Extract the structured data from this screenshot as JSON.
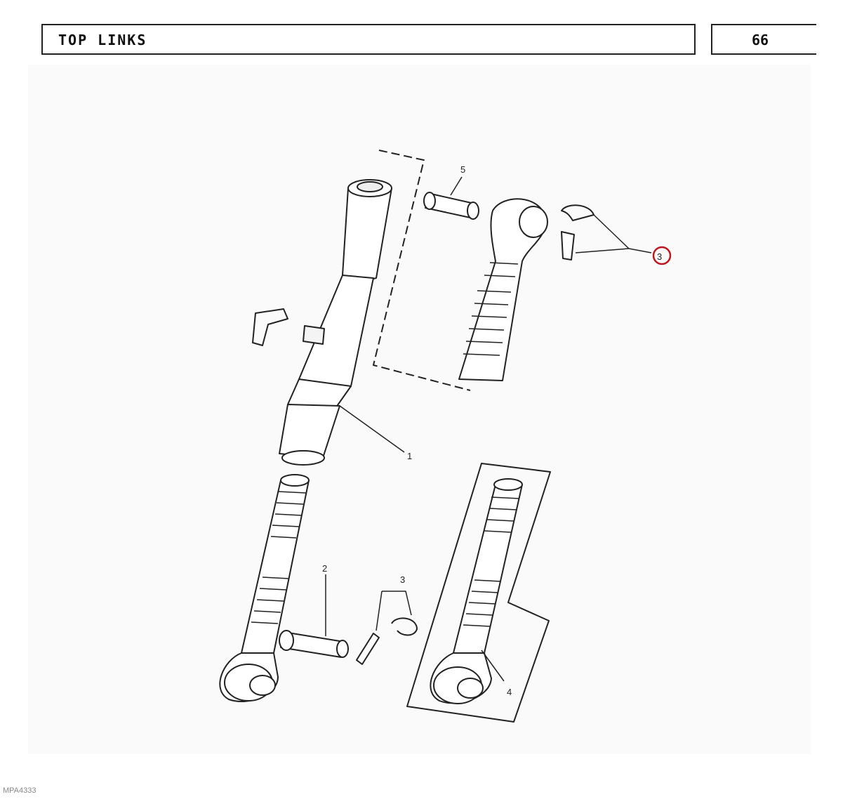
{
  "header": {
    "title": "TOP LINKS",
    "page_number": "66"
  },
  "callouts": {
    "c1": "1",
    "c2": "2",
    "c3_top": "3",
    "c3_bottom": "3",
    "c4": "4",
    "c5": "5"
  },
  "footer": {
    "code": "MPA4333"
  },
  "colors": {
    "highlight_circle": "#c0151f",
    "line": "#222222",
    "background_tint": "#fafafa"
  }
}
